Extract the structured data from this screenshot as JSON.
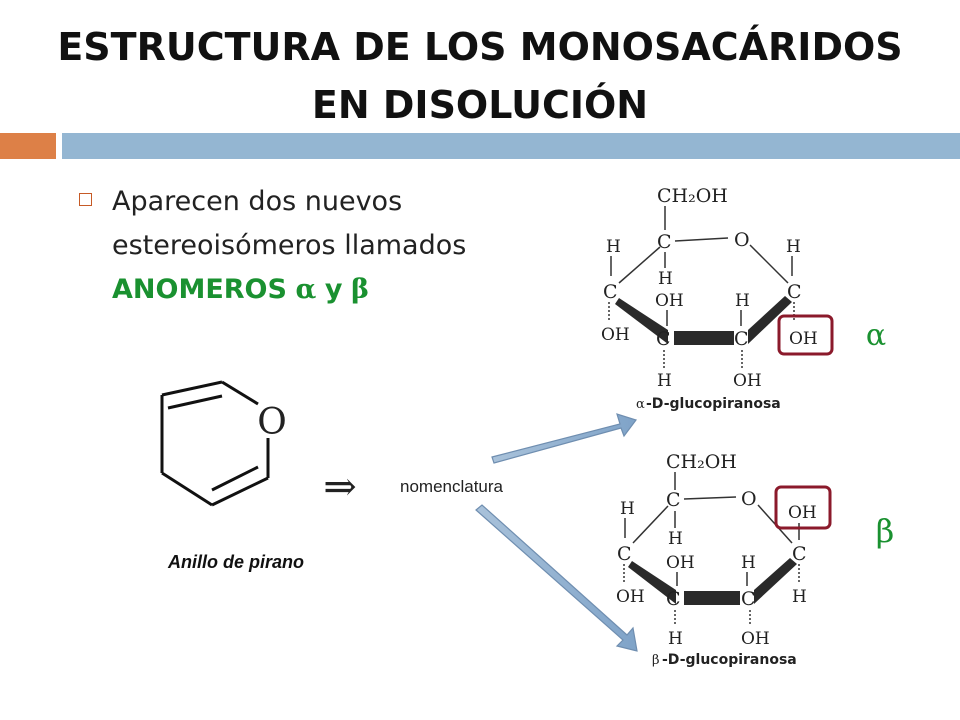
{
  "title": {
    "line1": "ESTRUCTURA DE LOS MONOSACÁRIDOS",
    "line2": "EN DISOLUCIÓN"
  },
  "bullet": {
    "line1": "Aparecen dos nuevos",
    "line2": "estereoisómeros llamados",
    "highlight": "ANOMEROS",
    "alpha": "α",
    "and": "y",
    "beta": "β"
  },
  "pyran": {
    "oxygen": "O",
    "implies": "⇒",
    "caption": "Anillo de pirano"
  },
  "arrow_label": "nomenclatura",
  "alpha_structure": {
    "top": "CH₂OH",
    "c5": "C",
    "ring_o": "O",
    "h_left": "H",
    "h_right": "H",
    "c4": "C",
    "c1": "C",
    "h_inner": "H",
    "oh_inner": "OH",
    "h_inner2": "H",
    "oh_c4": "OH",
    "oh_c1": "OH",
    "c3": "C",
    "c2": "C",
    "h_c3": "H",
    "oh_c2": "OH",
    "name_prefix": "α",
    "name": "-D-glucopiranosa",
    "side_symbol": "α"
  },
  "beta_structure": {
    "top": "CH₂OH",
    "c5": "C",
    "ring_o": "O",
    "oh_c1_top": "OH",
    "h_left": "H",
    "c4": "C",
    "c1": "C",
    "h_inner": "H",
    "oh_inner": "OH",
    "h_inner2": "H",
    "oh_c4": "OH",
    "h_c1": "H",
    "c3": "C",
    "c2": "C",
    "h_c3": "H",
    "oh_c2": "OH",
    "name_prefix": "β",
    "name": "-D-glucopiranosa",
    "side_symbol": "β"
  },
  "colors": {
    "accent_orange": "#dd8047",
    "accent_blue": "#94b6d2",
    "green": "#1a9130",
    "highlight_box": "#8b1a2b"
  }
}
